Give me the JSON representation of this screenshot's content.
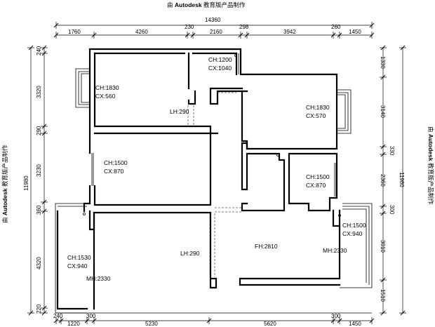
{
  "watermark": {
    "prefix": "由",
    "brand": "Autodesk",
    "suffix": "教育版产品制作"
  },
  "dimensions": {
    "top_total": "14360",
    "top_segments": [
      "1760",
      "4260",
      "230",
      "2160",
      "298",
      "3942",
      "260",
      "1450"
    ],
    "bottom_segments": [
      "240",
      "1220",
      "300",
      "5230",
      "5620",
      "300",
      "1450"
    ],
    "left_segments": [
      "240",
      "3320",
      "290",
      "3230",
      "360",
      "4320",
      "220"
    ],
    "left_total": "11980",
    "right_segments": [
      "1330",
      "3140",
      "330",
      "2360",
      "300",
      "3010",
      "1510"
    ],
    "right_total": "11980"
  },
  "labels": {
    "ch1200": "CH:1200",
    "cx1040": "CX:1040",
    "ch1830a": "CH:1830",
    "cx560": "CX:560",
    "ch1830b": "CH:1830",
    "cx570": "CX:570",
    "lh290a": "LH:290",
    "ch1500a": "CH:1500",
    "cx870a": "CX:870",
    "ch1500b": "CH:1500",
    "cx870b": "CX:870",
    "ch1500c": "CH:1500",
    "cx940a": "CX:940",
    "ch1530": "CH:1530",
    "cx940b": "CX:940",
    "lh290b": "LH:290",
    "fh2810": "FH:2810",
    "mh2330a": "MH:2330",
    "mh2330b": "MH:2330"
  }
}
